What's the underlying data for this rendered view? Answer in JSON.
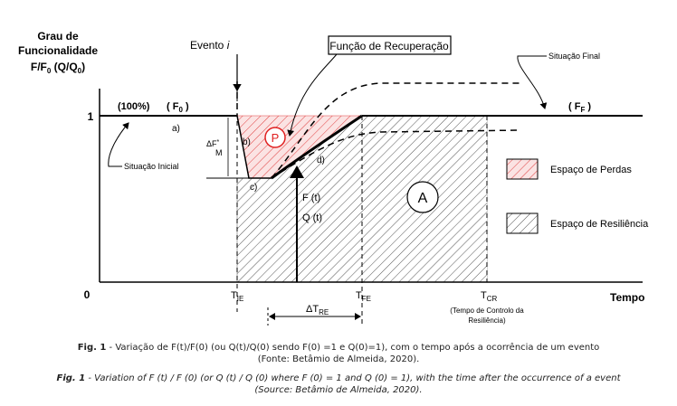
{
  "diagram": {
    "y_axis_label": [
      "Grau de",
      "Funcionalidade"
    ],
    "y_axis_ratio": "F/F",
    "y_axis_ratio_sub": "0",
    "y_axis_ratio2": "(Q/Q",
    "y_axis_ratio2_sub": "0",
    "y_axis_ratio2_end": ")",
    "y_tick_one": "1",
    "origin": "0",
    "x_axis_label": "Tempo",
    "percent_label": "(100%)",
    "f0_label": "( F",
    "f0_sub": "0",
    "f0_end": " )",
    "ff_label": "( F",
    "ff_sub": "F",
    "ff_end": " )",
    "event_label": "Evento",
    "event_i": "i",
    "recovery_label": "Função de Recuperação",
    "final_label": "Situação Final",
    "initial_label": "Situação Inicial",
    "point_a": "a)",
    "point_b": "b)",
    "point_c": "c)",
    "point_d": "d)",
    "loss_symbol": "P",
    "area_symbol": "A",
    "delta_f": "ΔF",
    "delta_f_sup": "*",
    "delta_f_sub": "M",
    "ft_label": "F (t)",
    "qt_label": "Q (t)",
    "t_ie": "T",
    "t_ie_sub": "IE",
    "t_fe": "T",
    "t_fe_sub": "FE",
    "t_cr": "T",
    "t_cr_sub": "CR",
    "t_cr_note": [
      "(Tempo de Controlo da",
      "Resiliência)"
    ],
    "delta_t": "ΔT",
    "delta_t_sub": "RE",
    "legend": {
      "loss": "Espaço de Perdas",
      "resilience": "Espaço de Resiliência"
    },
    "colors": {
      "loss_hatch": "#e04040",
      "loss_fill": "#fbe3e3",
      "resilience_hatch": "#555555",
      "circle_p": "#e02020"
    }
  },
  "captions": {
    "pt_prefix": "Fig. 1",
    "pt_text": " - Variação de F(t)/F(0) (ou Q(t)/Q(0) sendo F(0) =1 e Q(0)=1), com o tempo após a ocorrência de um evento",
    "pt_source": "(Fonte: Betâmio de Almeida, 2020).",
    "en_prefix": "Fig. 1",
    "en_text": " - Variation of F (t) / F (0) (or Q (t) / Q (0) where F (0) = 1 and Q (0) = 1), with the time after the occurrence of a event",
    "en_source": "(Source: Betâmio de Almeida, 2020)."
  }
}
